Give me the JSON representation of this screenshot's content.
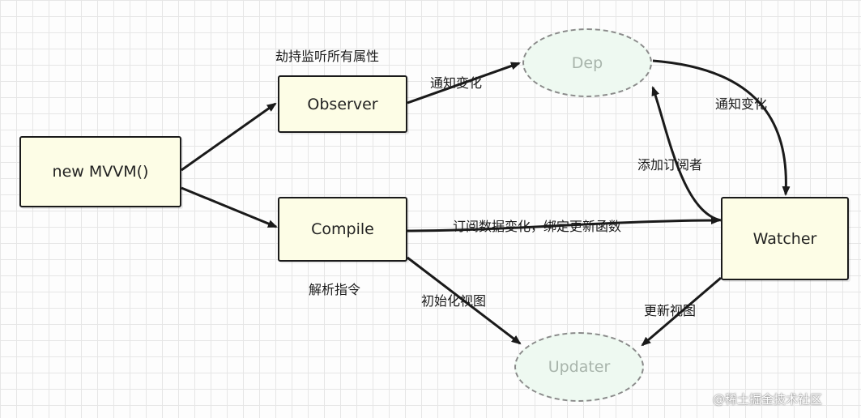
{
  "nodes": {
    "mvvm": "new MVVM()",
    "observer": "Observer",
    "compile": "Compile",
    "dep": "Dep",
    "watcher": "Watcher",
    "updater": "Updater"
  },
  "labels": {
    "hijack": "劫持监听所有属性",
    "notify_change_1": "通知变化",
    "notify_change_2": "通知变化",
    "add_subscriber": "添加订阅者",
    "subscribe_bind": "订阅数据变化，绑定更新函数",
    "parse_directives": "解析指令",
    "init_view": "初始化视图",
    "update_view": "更新视图"
  },
  "watermark": "@稀土掘金技术社区"
}
